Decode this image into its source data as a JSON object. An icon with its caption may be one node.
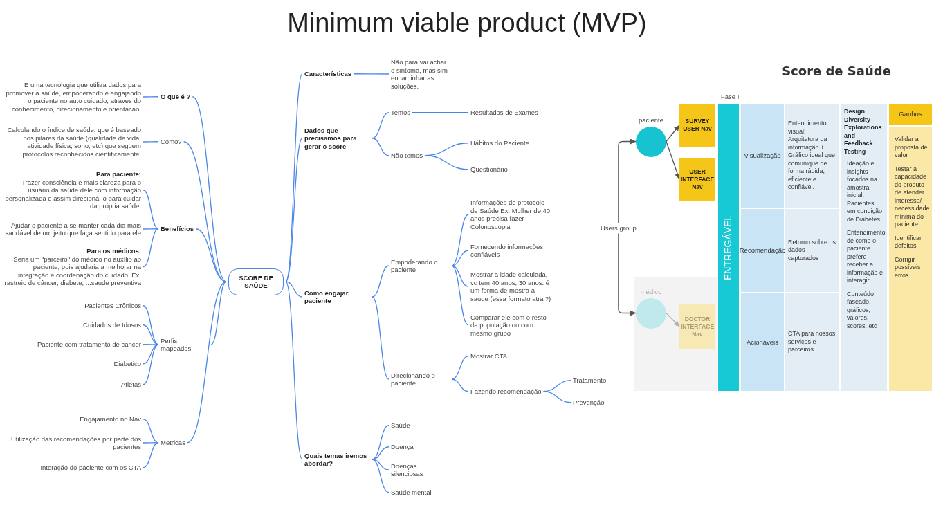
{
  "diagram": {
    "title": "Minimum viable product (MVP)",
    "nodes": [
      {
        "text": [
          "É uma tecnologia que utiliza dados para promover a saúde, empoderando e engajando o paciente no auto cuidado, atraves do conhecimento, direcionamento e orientacao."
        ]
      },
      {
        "text": [
          "O que é ?"
        ]
      },
      {
        "text": [
          "Calculando o índice de saúde, que é baseado nos pilares da saúde (qualidade de vida, atividade física, sono, etc) que seguem protocolos reconhecidos cientificamente."
        ]
      },
      {
        "text": [
          "Como?"
        ]
      },
      {
        "text": [
          "Para paciente:",
          "Trazer consciência e mais clareza para o usuário da saúde dele com informação personalizada e assim direcioná-lo para cuidar da própria saúde."
        ]
      },
      {
        "text": [
          "Ajudar o paciente a se manter cada dia mais saudável de um jeito que faça sentido para ele"
        ]
      },
      {
        "text": [
          "Para os médicos:",
          "Seria um \"parceiro\" do médico no auxílio ao paciente, pois ajudaria a melhorar na integração e coordenação do cuidado. Ex: rastreio de câncer, diabete, ...saude preventiva"
        ]
      },
      {
        "text": [
          "Benefícios"
        ]
      },
      {
        "text": [
          "Pacientes Crônicos"
        ]
      },
      {
        "text": [
          "Cuidados de Idosos"
        ]
      },
      {
        "text": [
          "Paciente com tratamento de cancer"
        ]
      },
      {
        "text": [
          "Diabetico"
        ]
      },
      {
        "text": [
          "Atletas"
        ]
      },
      {
        "text": [
          "Perfis mapeados"
        ]
      },
      {
        "text": [
          "Engajamento no Nav"
        ]
      },
      {
        "text": [
          "Utilização das recomendações por parte dos pacientes"
        ]
      },
      {
        "text": [
          "Interação do paciente com os CTA"
        ]
      },
      {
        "text": [
          "Metricas"
        ]
      },
      {
        "text": [
          "SCORE DE SAÚDE"
        ]
      },
      {
        "text": [
          "Características"
        ]
      },
      {
        "text": [
          "Não para vai achar o sintoma, mas sim encaminhar as soluções."
        ]
      },
      {
        "text": [
          "Dados que precisamos para gerar o score"
        ]
      },
      {
        "text": [
          "Temos"
        ]
      },
      {
        "text": [
          "Resultados de Exames"
        ]
      },
      {
        "text": [
          "Não temos"
        ]
      },
      {
        "text": [
          "Hábitos do Paciente"
        ]
      },
      {
        "text": [
          "Questionário"
        ]
      },
      {
        "text": [
          "Como engajar paciente"
        ]
      },
      {
        "text": [
          "Empoderando o paciente"
        ]
      },
      {
        "text": [
          "Informações de protocolo de Saúde Ex. Mulher de 40 anos precisa fazer Colonoscopia"
        ]
      },
      {
        "text": [
          "Fornecendo informações confiáveis"
        ]
      },
      {
        "text": [
          "Mostrar a idade calculada, vc tem 40 anos, 30 anos. é um forma de mostra a saude (essa formato atrai?)"
        ]
      },
      {
        "text": [
          "Comparar ele com o resto da população ou com mesmo grupo"
        ]
      },
      {
        "text": [
          "Direcionando o paciente"
        ]
      },
      {
        "text": [
          "Mostrar CTA"
        ]
      },
      {
        "text": [
          "Fazendo recomendação"
        ]
      },
      {
        "text": [
          "Tratamento"
        ]
      },
      {
        "text": [
          "Prevenção"
        ]
      },
      {
        "text": [
          "Quais temas iremos abordar?"
        ]
      },
      {
        "text": [
          "Saúde"
        ]
      },
      {
        "text": [
          "Doença"
        ]
      },
      {
        "text": [
          "Doenças silenciosas"
        ]
      },
      {
        "text": [
          "Saúde mental"
        ]
      },
      {
        "text": [
          "Users group"
        ]
      },
      {
        "text": [
          "paciente"
        ]
      },
      {
        "text": [
          "SURVEY USER Nav"
        ]
      },
      {
        "text": [
          "USER INTERFACE Nav"
        ]
      },
      {
        "text": [],
        "shape": "box"
      },
      {
        "text": [
          "médico"
        ],
        "in": 47
      },
      {
        "text": [
          "DOCTOR INTERFACE Nav"
        ],
        "in": 47
      },
      {
        "text": [
          "ENTREGÁVEL"
        ],
        "beside": [
          "Fase I"
        ]
      },
      {
        "text": [
          "Visualização"
        ]
      },
      {
        "text": [
          "Entendimento visual: Arquitetura da informação + Gráfico ideal que comunique de forma rápida, eficiente e confiável."
        ]
      },
      {
        "text": [
          "Recomendação"
        ]
      },
      {
        "text": [
          "Retorno sobre os dados capturados"
        ]
      },
      {
        "text": [
          "Acionáveis"
        ]
      },
      {
        "text": [
          "CTA para nossos serviços e parceiros"
        ]
      },
      {
        "text": [
          "Design Diversity Explorations and Feedback Testing",
          "Ideação e insights focados na amostra inicial: Pacientes em condição de Diabetes",
          "Entendimento de como o paciente prefere receber a informação e interagir.",
          "Conteúdo faseado, gráficos, valores, scores, etc"
        ]
      },
      {
        "text": [
          "Ganhos"
        ]
      },
      {
        "text": [
          "Validar a proposta de valor",
          "Testar a capacidade do produto de atender interesse/ necessidade mínima do paciente",
          "Identificar defeitos",
          "Corrigir possíveis erros"
        ]
      }
    ],
    "edges": [
      {
        "from": 0,
        "to": 1,
        "arrow": "none"
      },
      {
        "from": 1,
        "to": 18,
        "arrow": "none"
      },
      {
        "from": 2,
        "to": 3,
        "arrow": "none"
      },
      {
        "from": 3,
        "to": 18,
        "arrow": "none"
      },
      {
        "from": 4,
        "to": 7,
        "arrow": "none"
      },
      {
        "from": 5,
        "to": 7,
        "arrow": "none"
      },
      {
        "from": 6,
        "to": 7,
        "arrow": "none"
      },
      {
        "from": 7,
        "to": 18,
        "arrow": "none"
      },
      {
        "from": 8,
        "to": 13,
        "arrow": "none"
      },
      {
        "from": 9,
        "to": 13,
        "arrow": "none"
      },
      {
        "from": 10,
        "to": 13,
        "arrow": "none"
      },
      {
        "from": 11,
        "to": 13,
        "arrow": "none"
      },
      {
        "from": 12,
        "to": 13,
        "arrow": "none"
      },
      {
        "from": 13,
        "to": 18,
        "arrow": "none"
      },
      {
        "from": 14,
        "to": 17,
        "arrow": "none"
      },
      {
        "from": 15,
        "to": 17,
        "arrow": "none"
      },
      {
        "from": 16,
        "to": 17,
        "arrow": "none"
      },
      {
        "from": 17,
        "to": 18,
        "arrow": "none"
      },
      {
        "from": 18,
        "to": 19,
        "arrow": "none"
      },
      {
        "from": 19,
        "to": 20,
        "arrow": "none"
      },
      {
        "from": 18,
        "to": 21,
        "arrow": "none"
      },
      {
        "from": 21,
        "to": 22,
        "arrow": "none"
      },
      {
        "from": 22,
        "to": 23,
        "arrow": "none"
      },
      {
        "from": 21,
        "to": 24,
        "arrow": "none"
      },
      {
        "from": 24,
        "to": 25,
        "arrow": "none"
      },
      {
        "from": 24,
        "to": 26,
        "arrow": "none"
      },
      {
        "from": 18,
        "to": 27,
        "arrow": "none"
      },
      {
        "from": 27,
        "to": 28,
        "arrow": "none"
      },
      {
        "from": 28,
        "to": 29,
        "arrow": "none"
      },
      {
        "from": 28,
        "to": 30,
        "arrow": "none"
      },
      {
        "from": 28,
        "to": 31,
        "arrow": "none"
      },
      {
        "from": 28,
        "to": 32,
        "arrow": "none"
      },
      {
        "from": 27,
        "to": 33,
        "arrow": "none"
      },
      {
        "from": 33,
        "to": 34,
        "arrow": "none"
      },
      {
        "from": 33,
        "to": 35,
        "arrow": "none"
      },
      {
        "from": 35,
        "to": 36,
        "arrow": "none"
      },
      {
        "from": 35,
        "to": 37,
        "arrow": "none"
      },
      {
        "from": 18,
        "to": 38,
        "arrow": "none"
      },
      {
        "from": 38,
        "to": 39,
        "arrow": "none"
      },
      {
        "from": 38,
        "to": 40,
        "arrow": "none"
      },
      {
        "from": 38,
        "to": 41,
        "arrow": "none"
      },
      {
        "from": 38,
        "to": 42,
        "arrow": "none"
      },
      {
        "from": 43,
        "to": 44,
        "arrow": "to",
        "color": "#555555"
      },
      {
        "from": 43,
        "to": 48,
        "arrow": "to",
        "color": "#555555"
      },
      {
        "from": 44,
        "to": 45,
        "arrow": "to",
        "color": "#555555"
      },
      {
        "from": 44,
        "to": 46,
        "arrow": "to",
        "color": "#555555"
      },
      {
        "from": 48,
        "to": 49,
        "arrow": "to",
        "color": "#b0b0b0"
      }
    ],
    "labels": [
      "Score de Saúde"
    ]
  }
}
